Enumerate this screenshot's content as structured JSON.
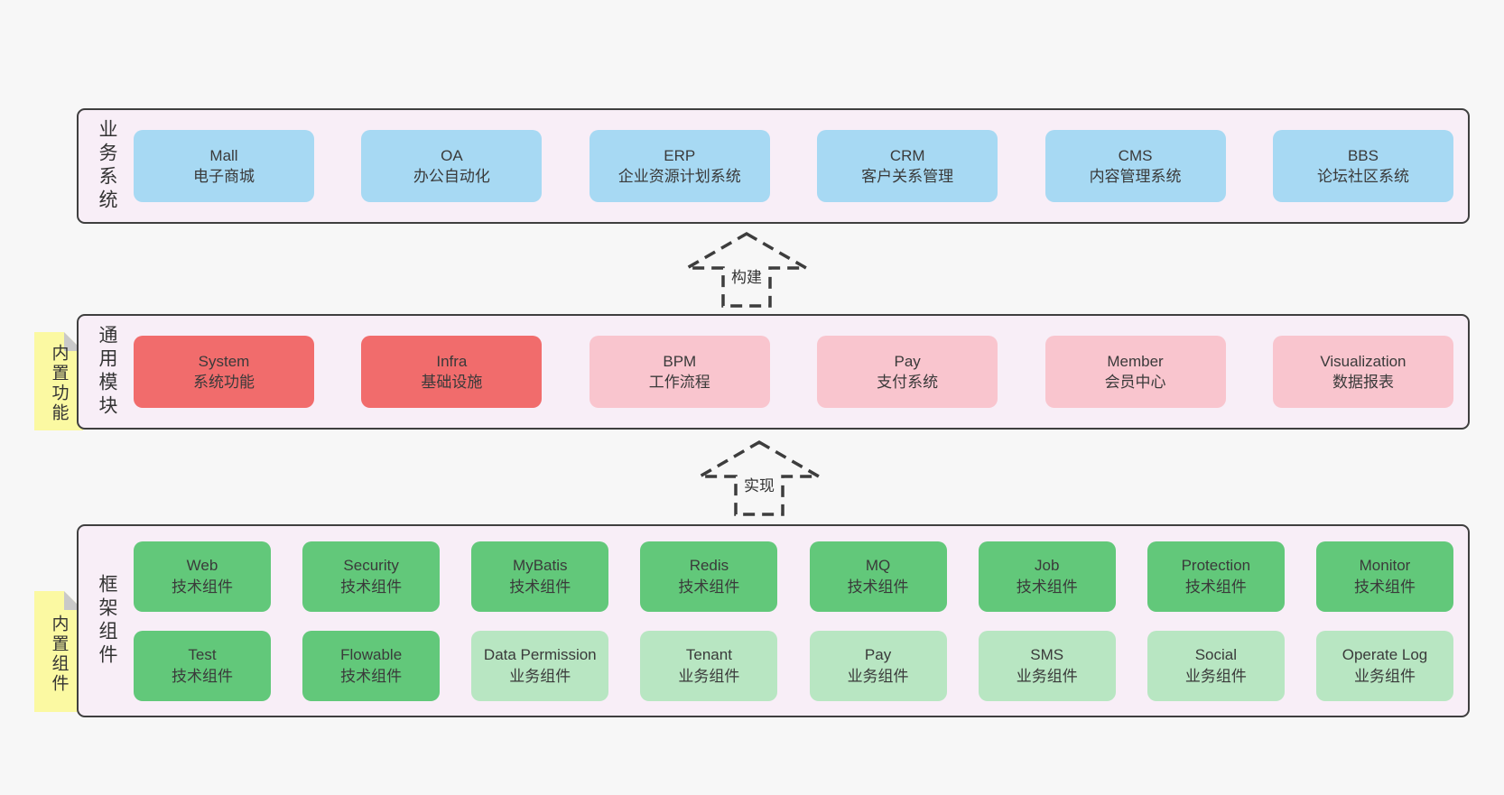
{
  "colors": {
    "page_background": "#f7f7f7",
    "panel_background": "#f8eef7",
    "panel_border": "#3f3f3f",
    "box_blue": "#a7d9f3",
    "box_red": "#f16c6c",
    "box_pink": "#f9c5ce",
    "box_green": "#62c87a",
    "box_lightgreen": "#b8e6c2",
    "note_yellow": "#fbf9a2",
    "note_fold_gray": "#c9c9c9",
    "arrow_dash": "#3d3d3d",
    "text": "#3a3a3a"
  },
  "layers": [
    {
      "id": "business-systems",
      "label": "业务系统",
      "note": null,
      "rows": [
        [
          {
            "title": "Mall",
            "subtitle": "电子商城",
            "variant": "blue"
          },
          {
            "title": "OA",
            "subtitle": "办公自动化",
            "variant": "blue"
          },
          {
            "title": "ERP",
            "subtitle": "企业资源计划系统",
            "variant": "blue"
          },
          {
            "title": "CRM",
            "subtitle": "客户关系管理",
            "variant": "blue"
          },
          {
            "title": "CMS",
            "subtitle": "内容管理系统",
            "variant": "blue"
          },
          {
            "title": "BBS",
            "subtitle": "论坛社区系统",
            "variant": "blue"
          }
        ]
      ]
    },
    {
      "id": "common-modules",
      "label": "通用模块",
      "note": "内置功能",
      "rows": [
        [
          {
            "title": "System",
            "subtitle": "系统功能",
            "variant": "red"
          },
          {
            "title": "Infra",
            "subtitle": "基础设施",
            "variant": "red"
          },
          {
            "title": "BPM",
            "subtitle": "工作流程",
            "variant": "pink"
          },
          {
            "title": "Pay",
            "subtitle": "支付系统",
            "variant": "pink"
          },
          {
            "title": "Member",
            "subtitle": "会员中心",
            "variant": "pink"
          },
          {
            "title": "Visualization",
            "subtitle": "数据报表",
            "variant": "pink"
          }
        ]
      ]
    },
    {
      "id": "framework-components",
      "label": "框架组件",
      "note": "内置组件",
      "rows": [
        [
          {
            "title": "Web",
            "subtitle": "技术组件",
            "variant": "green"
          },
          {
            "title": "Security",
            "subtitle": "技术组件",
            "variant": "green"
          },
          {
            "title": "MyBatis",
            "subtitle": "技术组件",
            "variant": "green"
          },
          {
            "title": "Redis",
            "subtitle": "技术组件",
            "variant": "green"
          },
          {
            "title": "MQ",
            "subtitle": "技术组件",
            "variant": "green"
          },
          {
            "title": "Job",
            "subtitle": "技术组件",
            "variant": "green"
          },
          {
            "title": "Protection",
            "subtitle": "技术组件",
            "variant": "green"
          },
          {
            "title": "Monitor",
            "subtitle": "技术组件",
            "variant": "green"
          }
        ],
        [
          {
            "title": "Test",
            "subtitle": "技术组件",
            "variant": "green"
          },
          {
            "title": "Flowable",
            "subtitle": "技术组件",
            "variant": "green"
          },
          {
            "title": "Data Permission",
            "subtitle": "业务组件",
            "variant": "lightgreen"
          },
          {
            "title": "Tenant",
            "subtitle": "业务组件",
            "variant": "lightgreen"
          },
          {
            "title": "Pay",
            "subtitle": "业务组件",
            "variant": "lightgreen"
          },
          {
            "title": "SMS",
            "subtitle": "业务组件",
            "variant": "lightgreen"
          },
          {
            "title": "Social",
            "subtitle": "业务组件",
            "variant": "lightgreen"
          },
          {
            "title": "Operate Log",
            "subtitle": "业务组件",
            "variant": "lightgreen"
          }
        ]
      ]
    }
  ],
  "arrows": [
    {
      "id": "build",
      "label": "构建"
    },
    {
      "id": "implement",
      "label": "实现"
    }
  ]
}
